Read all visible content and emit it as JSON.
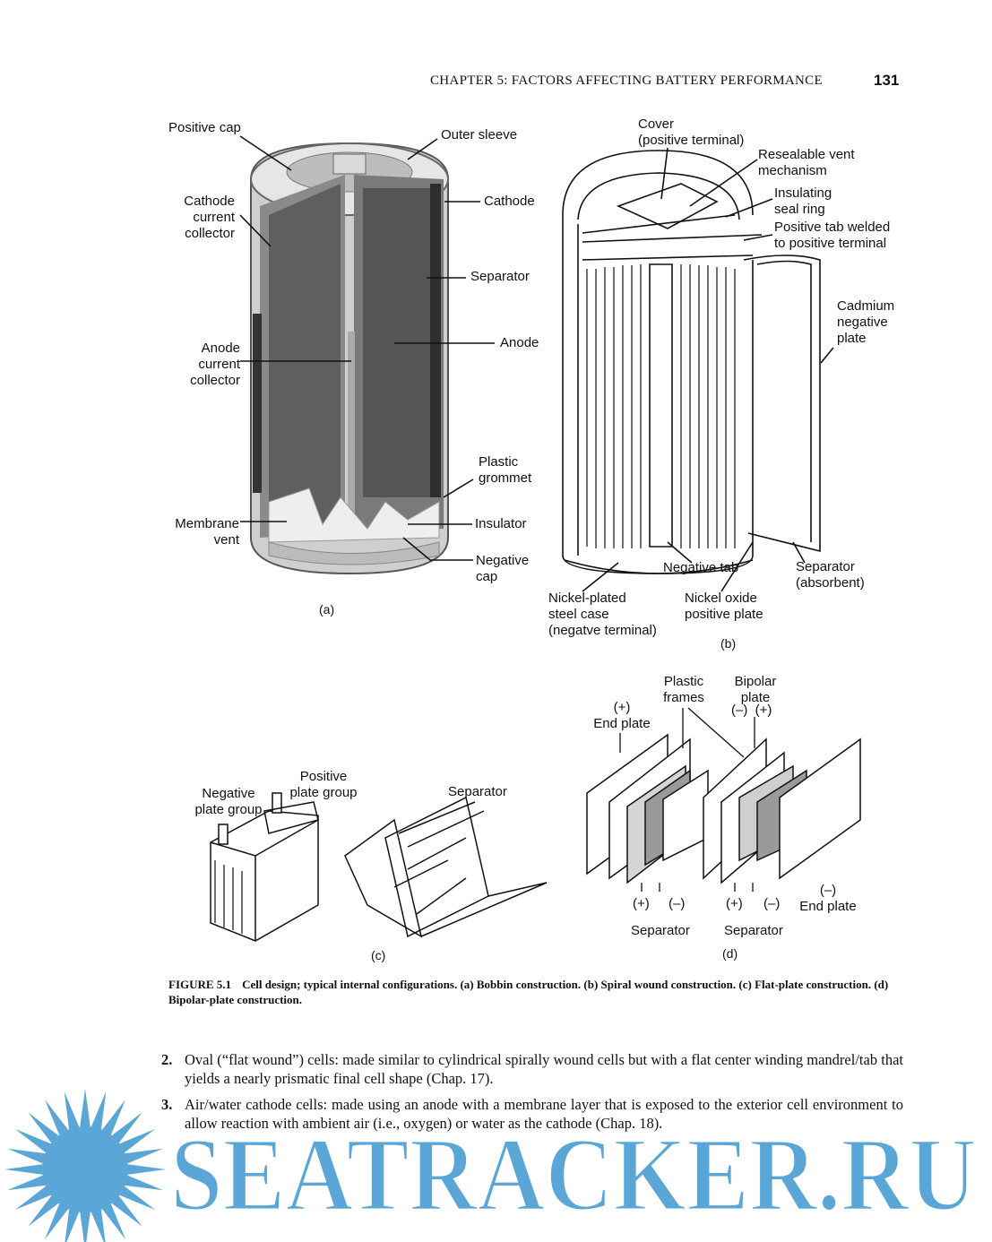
{
  "header": {
    "title": "CHAPTER 5: FACTORS AFFECTING BATTERY PERFORMANCE",
    "page": "131"
  },
  "figure_a": {
    "labels": {
      "positive_cap": "Positive cap",
      "outer_sleeve": "Outer sleeve",
      "cathode_cc": "Cathode\ncurrent\ncollector",
      "cathode": "Cathode",
      "separator": "Separator",
      "anode_cc": "Anode\ncurrent\ncollector",
      "anode": "Anode",
      "plastic_grommet": "Plastic\ngrommet",
      "membrane_vent": "Membrane\nvent",
      "insulator": "Insulator",
      "negative_cap": "Negative\ncap"
    },
    "sub": "(a)"
  },
  "figure_b": {
    "labels": {
      "cover": "Cover\n(positive terminal)",
      "vent": "Resealable vent\nmechanism",
      "seal": "Insulating\nseal ring",
      "tab": "Positive tab welded\nto positive terminal",
      "cadmium": "Cadmium\nnegative\nplate",
      "neg_tab": "Negative tab",
      "separator": "Separator\n(absorbent)",
      "case": "Nickel-plated\nsteel case\n(negatve terminal)",
      "nickel_oxide": "Nickel oxide\npositive plate"
    },
    "sub": "(b)"
  },
  "figure_c": {
    "labels": {
      "negative_group": "Negative\nplate group",
      "positive_group": "Positive\nplate group",
      "separator": "Separator"
    },
    "sub": "(c)"
  },
  "figure_d": {
    "labels": {
      "end_plate_left": "(+)\nEnd plate",
      "plastic_frames": "Plastic\nframes",
      "bipolar_plate": "Bipolar\nplate",
      "bipolar_signs": "(–)  (+)",
      "plus1": "(+)",
      "minus1": "(–)",
      "plus2": "(+)",
      "minus2": "(–)",
      "end_plate_right": "(–)\nEnd plate",
      "separator1": "Separator",
      "separator2": "Separator"
    },
    "sub": "(d)"
  },
  "caption": {
    "number": "FIGURE 5.1",
    "text": "Cell design; typical internal configurations. (a) Bobbin construction. (b) Spiral wound construction. (c) Flat-plate construction. (d) Bipolar-plate construction."
  },
  "items": [
    {
      "num": "2.",
      "text": "Oval (“flat wound”) cells: made similar to cylindrical spirally wound cells but with a flat center winding mandrel/tab that yields a nearly prismatic final cell shape (Chap. 17)."
    },
    {
      "num": "3.",
      "text": "Air/water cathode cells: made using an anode with a membrane layer that is exposed to the exterior cell environment to allow reaction with ambient air (i.e., oxygen) or water as the cathode (Chap. 18)."
    }
  ],
  "watermark": {
    "text": "SEATRACKER.RU",
    "color": "#5aa6d6"
  }
}
